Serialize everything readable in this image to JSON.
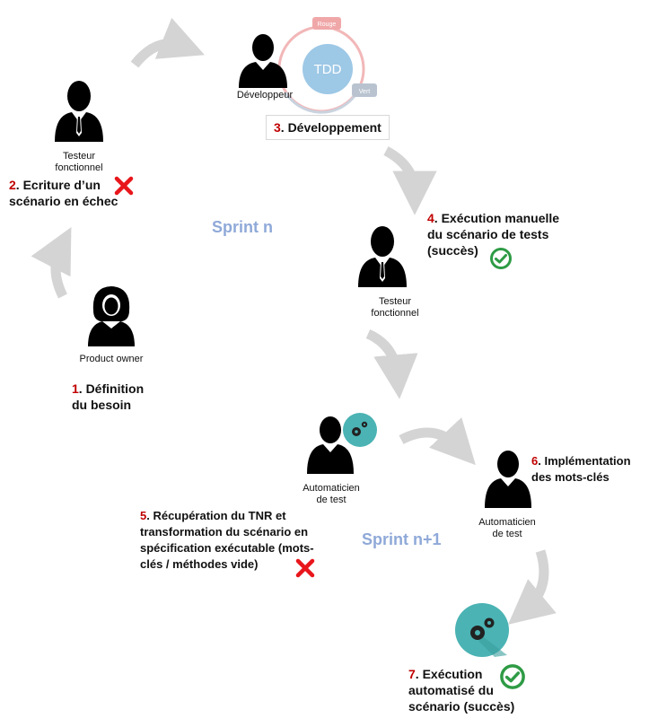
{
  "tdd": {
    "label": "TDD",
    "red": "Rouge",
    "green": "Vert"
  },
  "roles": {
    "developer": "Développeur",
    "tester_top_line1": "Testeur",
    "tester_top_line2": "fonctionnel",
    "tester_mid_line1": "Testeur",
    "tester_mid_line2": "fonctionnel",
    "po": "Product owner",
    "auto1_line1": "Automaticien",
    "auto1_line2": "de test",
    "auto2_line1": "Automaticien",
    "auto2_line2": "de test"
  },
  "sprints": {
    "n": "Sprint n",
    "n1": "Sprint n+1"
  },
  "steps": {
    "s1": {
      "num": "1",
      "line1": ". Définition",
      "line2": "du besoin"
    },
    "s2": {
      "num": "2",
      "line1": ". Ecriture d’un",
      "line2": "scénario en échec"
    },
    "s3": {
      "num": "3",
      "line1": ". Développement"
    },
    "s4": {
      "num": "4",
      "line1": ". Exécution manuelle",
      "line2": "du scénario de tests",
      "line3": "(succès)"
    },
    "s5": {
      "num": "5",
      "line1": ". Récupération du TNR et",
      "line2": "transformation du scénario en",
      "line3": "spécification exécutable (mots-",
      "line4": "clés / méthodes vide)"
    },
    "s6": {
      "num": "6",
      "line1": ". Implémentation",
      "line2": "des mots-clés"
    },
    "s7": {
      "num": "7",
      "line1": ". Exécution",
      "line2": "automatisé du",
      "line3": "scénario (succès)"
    }
  },
  "colors": {
    "accent_red": "#c00000",
    "sprint_blue": "#8fa9d8",
    "arrow_gray": "#d4d4d4",
    "tdd_blue": "#9dc8e6",
    "gear_teal": "#4bb3b4",
    "check_green": "#2e9b45",
    "cross_red": "#e8161b"
  },
  "icons": [
    "person-icon",
    "gear-icon",
    "check-icon",
    "cross-icon",
    "arrow-icon"
  ]
}
